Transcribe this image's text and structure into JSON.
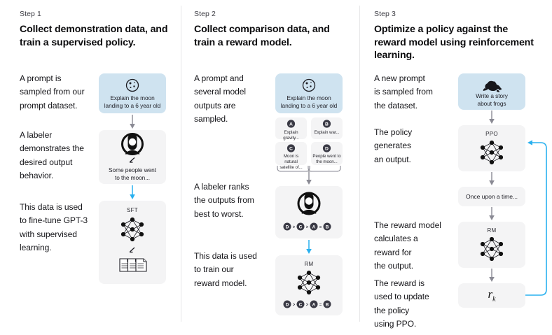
{
  "accent_blue": "#29b0ef",
  "prompt_card_bg": "#cfe3f0",
  "card_bg": "#f4f4f5",
  "arrow_gray": "#8a8a94",
  "steps": [
    {
      "label": "Step 1",
      "title": "Collect demonstration data,\nand train a supervised policy.",
      "paragraphs": [
        "A prompt is\nsampled from our\nprompt dataset.",
        "A labeler\ndemonstrates the\ndesired output\nbehavior.",
        "This data is used\nto fine-tune GPT-3\nwith supervised\nlearning."
      ],
      "cards": [
        {
          "name": "prompt-card",
          "icon": "moon-icon",
          "text": "Explain the moon\nlanding to a 6 year old"
        },
        {
          "name": "labeler-card",
          "icon": "person-icon",
          "text": "Some people went\nto the moon..."
        },
        {
          "name": "sft-model-card",
          "icon": "neural-net-icon",
          "title": "SFT",
          "text": ""
        }
      ]
    },
    {
      "label": "Step 2",
      "title": "Collect comparison data,\nand train a reward model.",
      "paragraphs": [
        "A prompt and\nseveral model\noutputs are\nsampled.",
        "A labeler ranks\nthe outputs from\nbest to worst.",
        "This data is used\nto train our\nreward model."
      ],
      "cards": [
        {
          "name": "prompt-card",
          "icon": "moon-icon",
          "text": "Explain the moon\nlanding to a 6 year old"
        },
        {
          "name": "labeler-ranking-card",
          "icon": "person-icon",
          "text": ""
        },
        {
          "name": "rm-model-card",
          "icon": "neural-net-icon",
          "title": "RM",
          "text": ""
        }
      ],
      "outputs": [
        {
          "badge": "A",
          "text": "Explain gravity..."
        },
        {
          "badge": "B",
          "text": "Explain war..."
        },
        {
          "badge": "C",
          "text": "Moon is natural\nsatellite of..."
        },
        {
          "badge": "D",
          "text": "People went to\nthe moon..."
        }
      ],
      "ranking": [
        "D",
        ">",
        "C",
        ">",
        "A",
        "=",
        "B"
      ]
    },
    {
      "label": "Step 3",
      "title": "Optimize a policy against\nthe reward model using\nreinforcement learning.",
      "paragraphs": [
        "A new prompt\nis sampled from\nthe dataset.",
        "The policy\ngenerates\nan output.",
        "The reward model\ncalculates a\nreward for\nthe output.",
        "The reward is\nused to update\nthe policy\nusing PPO."
      ],
      "cards": [
        {
          "name": "prompt-card",
          "icon": "frog-icon",
          "text": "Write a story\nabout frogs"
        },
        {
          "name": "ppo-model-card",
          "icon": "neural-net-icon",
          "title": "PPO",
          "text": ""
        },
        {
          "name": "output-card",
          "icon": "",
          "title": "",
          "text": "Once upon a time..."
        },
        {
          "name": "rm-model-card",
          "icon": "neural-net-icon",
          "title": "RM",
          "text": ""
        },
        {
          "name": "reward-card",
          "icon": "",
          "title": "",
          "text": "r k"
        }
      ],
      "reward_symbol": "r",
      "reward_subscript": "k"
    }
  ]
}
